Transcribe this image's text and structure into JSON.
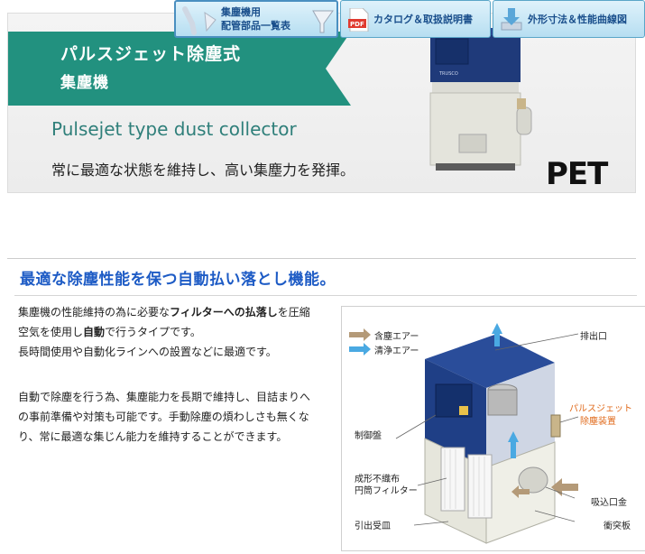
{
  "hero": {
    "title_line1": "パルスジェット除塵式",
    "title_line2": "集塵機",
    "english": "Pulsejet type dust collector",
    "tagline": "常に最適な状態を維持し、高い集塵力を発揮。",
    "logo": "PET",
    "banner_color": "#22917f"
  },
  "buttons": {
    "piping": {
      "line1": "集塵機用",
      "line2": "配管部品一覧表",
      "icon": "pipe-parts-icon"
    },
    "catalog": {
      "label": "カタログ＆取扱説明書",
      "icon": "pdf-icon"
    },
    "dims": {
      "label": "外形寸法＆性能曲線図",
      "icon": "download-icon"
    }
  },
  "section": {
    "heading": "最適な除塵性能を保つ自動払い落とし機能。",
    "para1_parts": [
      "集塵機の性能維持の為に必要な",
      "フィルターへの払落し",
      "を圧縮空気を使用し",
      "自動",
      "で行うタイプです。"
    ],
    "para1_line2": "長時間使用や自動化ラインへの設置などに最適です。",
    "para2": "自動で除塵を行う為、集塵能力を長期で維持し、目詰まりへの事前準備や対策も可能です。手動除塵の煩わしさも無くなり、常に最適な集じん能力を維持することができます。"
  },
  "diagram": {
    "legend_dusty": "含塵エアー",
    "legend_clean": "清浄エアー",
    "exhaust": "排出口",
    "pulse_line1": "パルスジェット",
    "pulse_line2": "除塵装置",
    "control": "制御盤",
    "filter_line1": "成形不織布",
    "filter_line2": "円筒フィルター",
    "inlet": "吸込口金",
    "tray": "引出受皿",
    "baffle": "衝突板"
  }
}
